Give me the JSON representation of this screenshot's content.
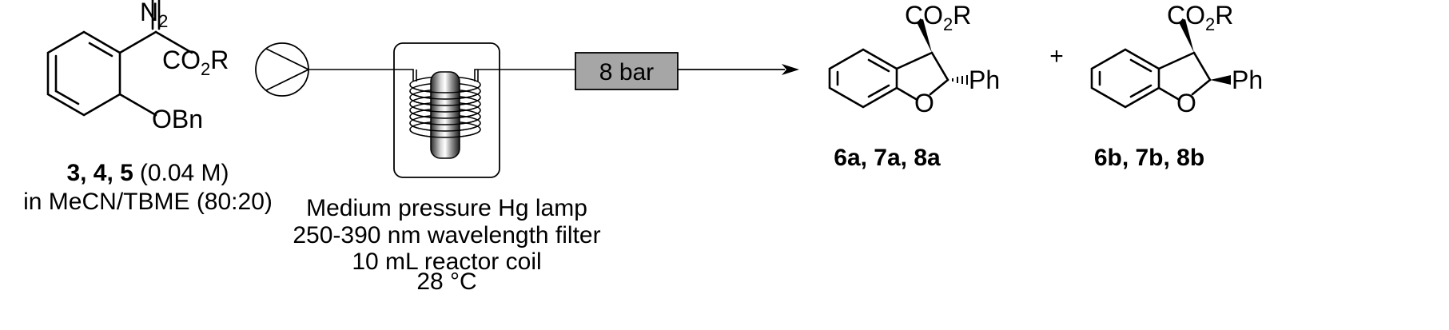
{
  "reagent": {
    "n2": "N",
    "n2_sub": "2",
    "ester": "CO",
    "ester_sub": "2",
    "ester_r": "R",
    "obn": "OBn",
    "compounds": "3, 4, 5",
    "concentration": "(0.04 M)",
    "solvent": "in MeCN/TBME (80:20)"
  },
  "flow": {
    "pressure_label": "8 bar",
    "conditions": [
      "Medium pressure Hg lamp",
      "250-390 nm wavelength filter",
      "10 mL reactor coil",
      "28 °C"
    ]
  },
  "product_a": {
    "ester": "CO",
    "ester_sub": "2",
    "ester_r": "R",
    "ph": "Ph",
    "o": "O",
    "label": "6a, 7a, 8a"
  },
  "plus": "+",
  "product_b": {
    "ester": "CO",
    "ester_sub": "2",
    "ester_r": "R",
    "ph": "Ph",
    "o": "O",
    "label": "6b, 7b, 8b"
  }
}
